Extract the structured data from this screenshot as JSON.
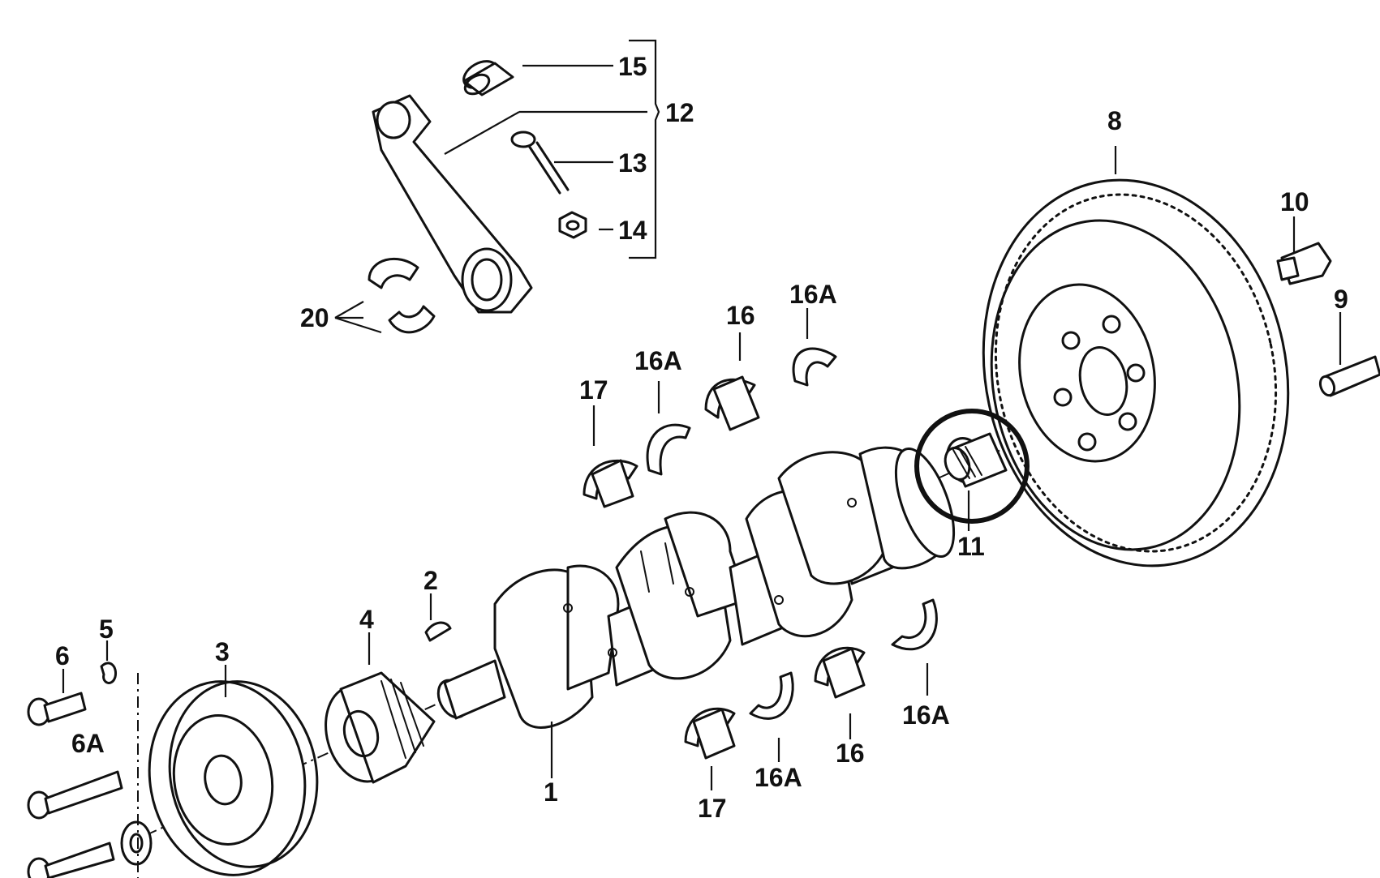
{
  "highlight_color": "#111111",
  "callouts": {
    "c1": "1",
    "c2": "2",
    "c3": "3",
    "c4": "4",
    "c5": "5",
    "c6": "6",
    "c6a": "6A",
    "c8": "8",
    "c9": "9",
    "c10": "10",
    "c11": "11",
    "c12": "12",
    "c13": "13",
    "c14": "14",
    "c15": "15",
    "c16_upper": "16",
    "c16a_upper_left": "16A",
    "c16a_upper_right": "16A",
    "c17_upper": "17",
    "c20": "20",
    "c16_lower": "16",
    "c16a_lower_left": "16A",
    "c16a_lower_right": "16A",
    "c17_lower": "17"
  },
  "highlighted_part": "11"
}
